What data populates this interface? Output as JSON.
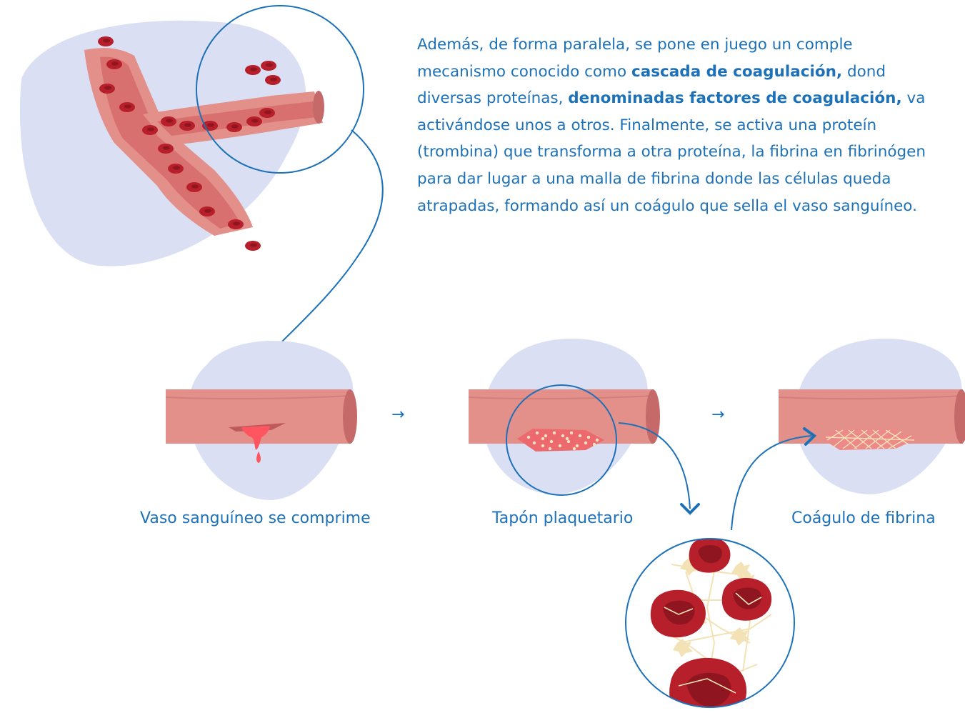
{
  "paragraph": {
    "l1": "Además, de forma paralela, se pone en juego un comple",
    "l2a": "mecanismo conocido como ",
    "l2b": "cascada de coagulación,",
    "l2c": " dond",
    "l3a": "diversas proteínas, ",
    "l3b": "denominadas factores de coagulación,",
    "l3c": " va",
    "l4": "activándose unos a otros. Finalmente, se activa una proteín",
    "l5": "(trombina) que transforma a otra proteína, la fibrina en fibrinógen",
    "l6": "para dar lugar a una malla de fibrina donde las células queda",
    "l7": "atrapadas, formando así un coágulo que sella el vaso sanguíneo."
  },
  "captions": {
    "step1": "Vaso sanguíneo se comprime",
    "step2": "Tapón plaquetario",
    "step3": "Coágulo de fibrina"
  },
  "arrows": {
    "a1": "→",
    "a2": "→"
  },
  "colors": {
    "text": "#1d71b8",
    "blob": "#dadff3",
    "vessel": "#e3908b",
    "vessel_dark": "#c56a68",
    "blood_cell": "#b71f2a",
    "fibrin": "#f3e2b5"
  }
}
